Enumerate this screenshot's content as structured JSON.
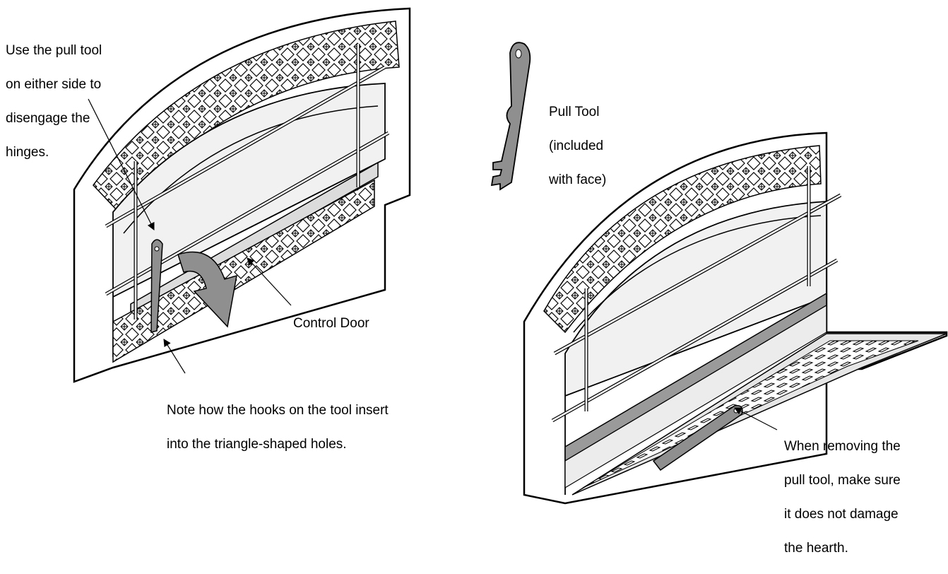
{
  "figure": {
    "callouts": {
      "pull_tool_usage": [
        "Use the pull tool",
        "on either side to",
        "disengage the",
        "hinges."
      ],
      "pull_tool_name": [
        "Pull Tool",
        "(included",
        "with face)"
      ],
      "control_door": "Control Door",
      "hooks_note": [
        "Note how the hooks on the tool insert",
        "into the triangle-shaped holes."
      ],
      "removal_note": [
        "When removing the",
        "pull tool, make sure",
        "it does not damage",
        "the hearth."
      ]
    },
    "colors": {
      "line": "#000000",
      "panel": "#f1f1f1",
      "tool": "#8f8f8f",
      "strip": "#9a9a9a",
      "hearth": "#e6e6e6"
    }
  }
}
